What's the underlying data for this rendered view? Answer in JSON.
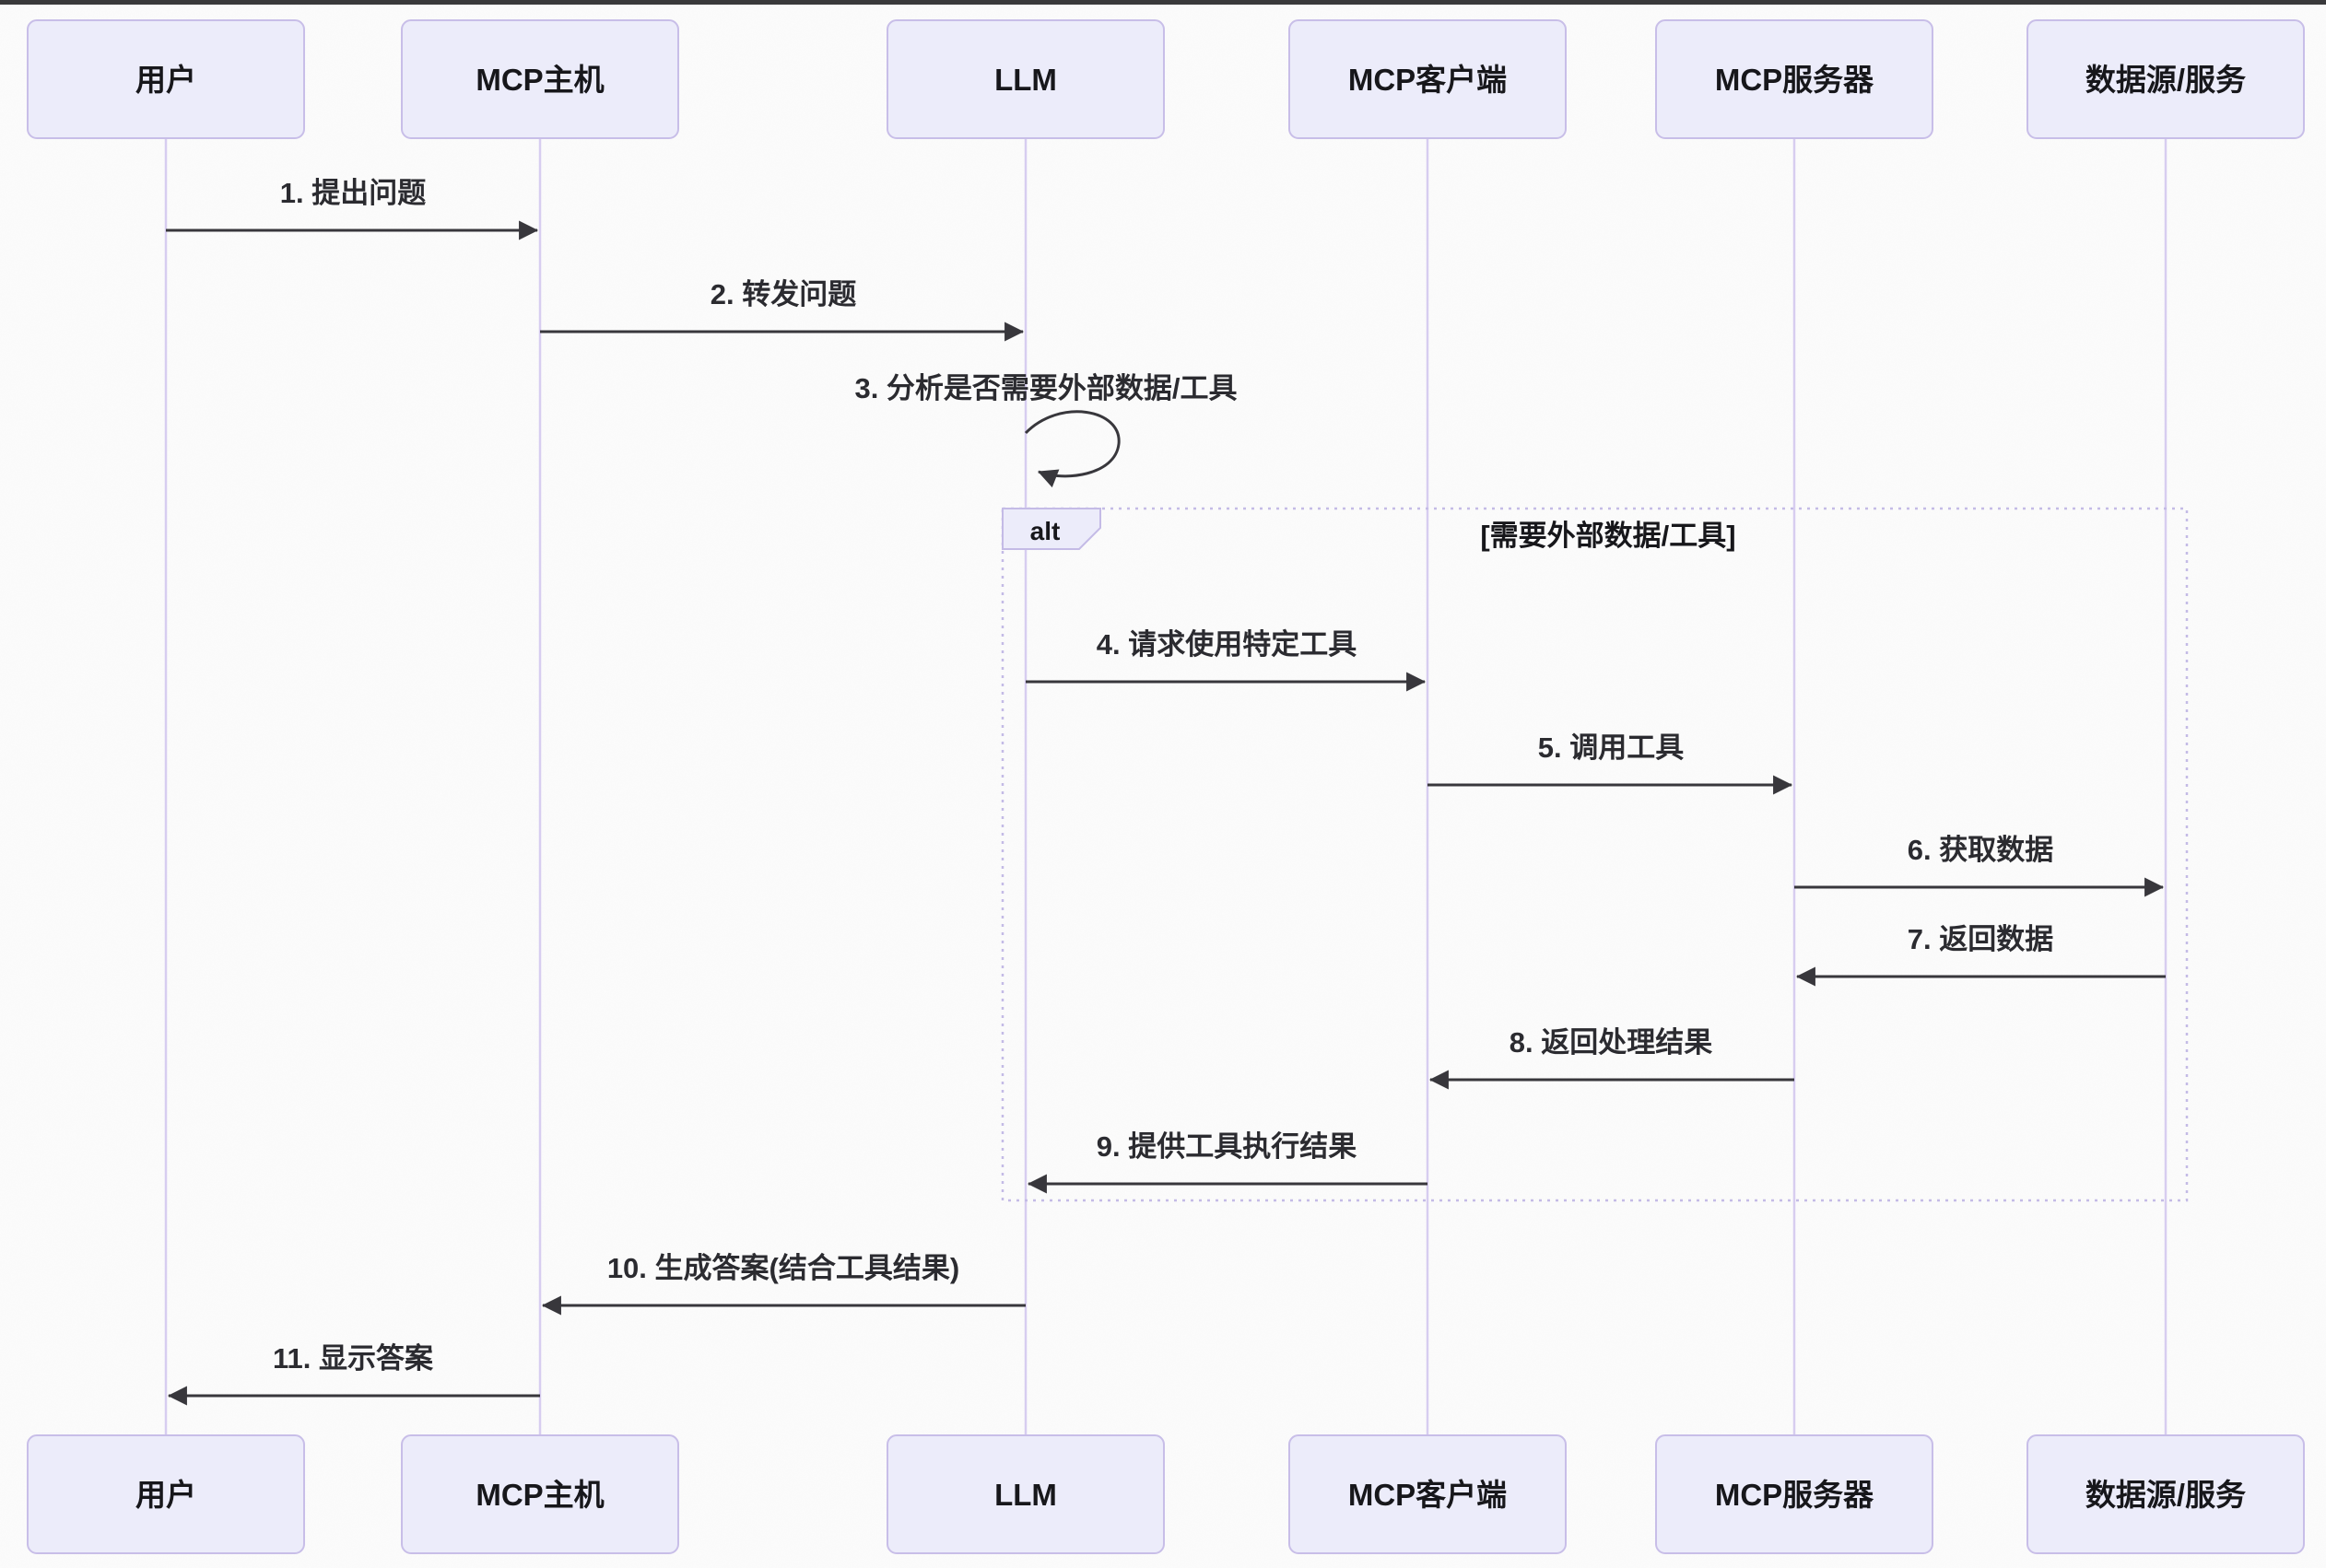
{
  "diagram": {
    "kind": "sequence-diagram",
    "colors": {
      "background": "#fcfcfc",
      "top_edge_bar": "#39393b",
      "actor_fill": "#ececfa",
      "actor_border": "#c8bee8",
      "lifeline": "#d7cdf0",
      "arrow": "#38373c",
      "frame_border": "#c4bbe6",
      "text": "#17171b"
    },
    "actors": [
      {
        "id": "user",
        "label": "用户"
      },
      {
        "id": "mcp-host",
        "label": "MCP主机"
      },
      {
        "id": "llm",
        "label": "LLM"
      },
      {
        "id": "mcp-client",
        "label": "MCP客户端"
      },
      {
        "id": "mcp-server",
        "label": "MCP服务器"
      },
      {
        "id": "data-source",
        "label": "数据源/服务"
      }
    ],
    "messages": [
      {
        "seq": 1,
        "label": "1. 提出问题",
        "from": "user",
        "to": "mcp-host",
        "self_message": false
      },
      {
        "seq": 2,
        "label": "2. 转发问题",
        "from": "mcp-host",
        "to": "llm",
        "self_message": false
      },
      {
        "seq": 3,
        "label": "3. 分析是否需要外部数据/工具",
        "from": "llm",
        "to": "llm",
        "self_message": true
      },
      {
        "seq": 4,
        "label": "4. 请求使用特定工具",
        "from": "llm",
        "to": "mcp-client",
        "self_message": false
      },
      {
        "seq": 5,
        "label": "5. 调用工具",
        "from": "mcp-client",
        "to": "mcp-server",
        "self_message": false
      },
      {
        "seq": 6,
        "label": "6. 获取数据",
        "from": "mcp-server",
        "to": "data-source",
        "self_message": false
      },
      {
        "seq": 7,
        "label": "7. 返回数据",
        "from": "data-source",
        "to": "mcp-server",
        "self_message": false
      },
      {
        "seq": 8,
        "label": "8. 返回处理结果",
        "from": "mcp-server",
        "to": "mcp-client",
        "self_message": false
      },
      {
        "seq": 9,
        "label": "9. 提供工具执行结果",
        "from": "mcp-client",
        "to": "llm",
        "self_message": false
      },
      {
        "seq": 10,
        "label": "10. 生成答案(结合工具结果)",
        "from": "llm",
        "to": "mcp-host",
        "self_message": false
      },
      {
        "seq": 11,
        "label": "11. 显示答案",
        "from": "mcp-host",
        "to": "user",
        "self_message": false
      }
    ],
    "fragment": {
      "operator": "alt",
      "condition": "[需要外部数据/工具]"
    }
  }
}
